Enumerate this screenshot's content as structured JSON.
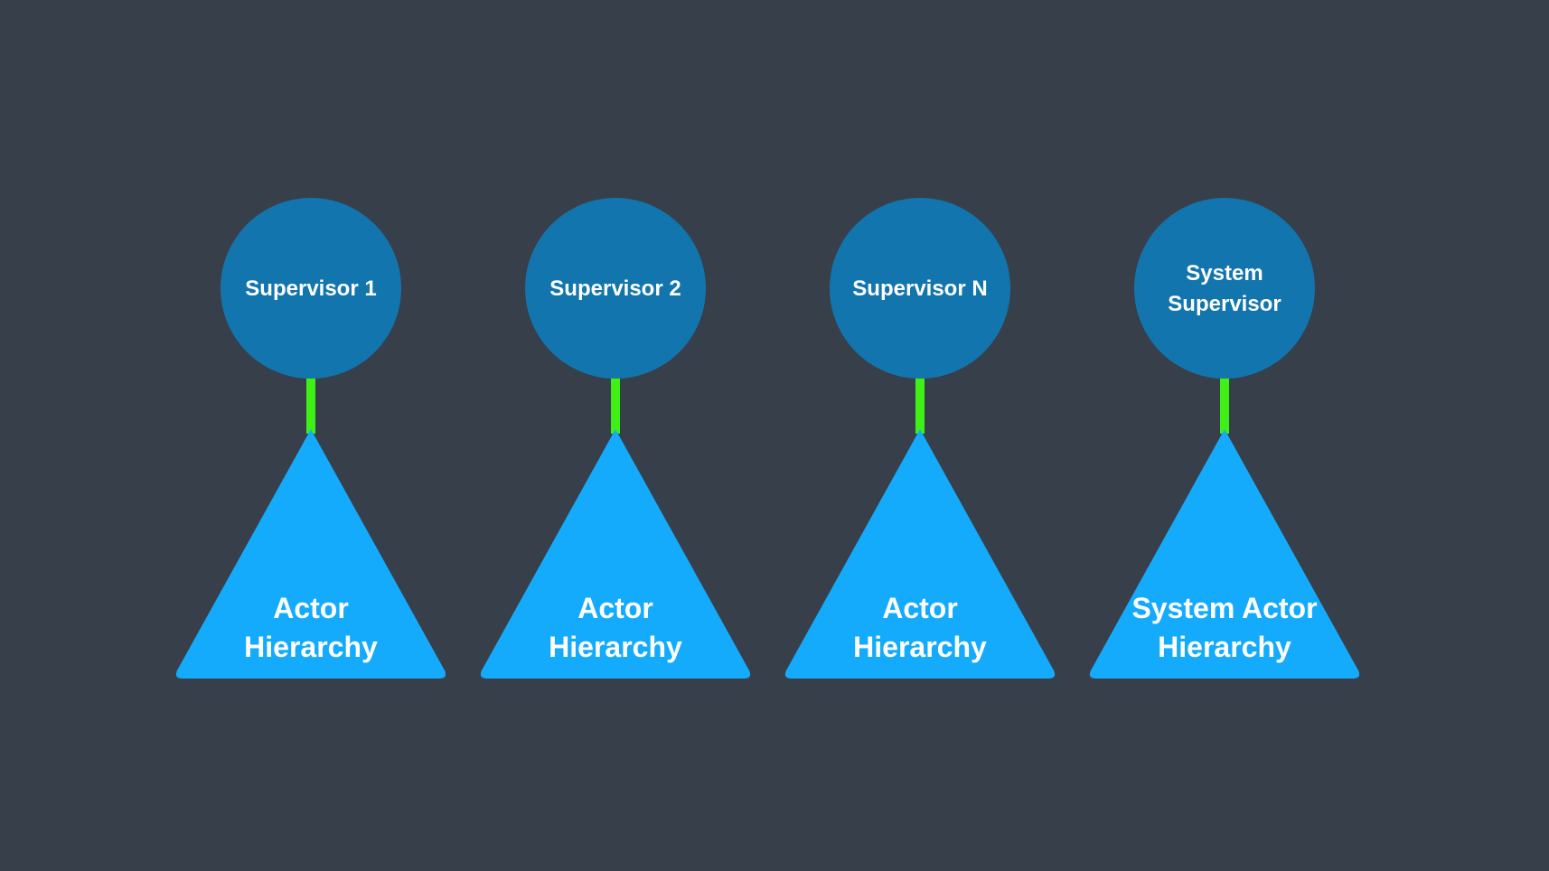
{
  "colors": {
    "background": "#373f4a",
    "supervisor_fill": "#1275ae",
    "hierarchy_fill": "#14abfc",
    "connector": "#3ef016",
    "text": "#ffffff"
  },
  "nodes": [
    {
      "supervisor": "Supervisor 1",
      "hierarchy": "Actor\nHierarchy"
    },
    {
      "supervisor": "Supervisor 2",
      "hierarchy": "Actor\nHierarchy"
    },
    {
      "supervisor": "Supervisor N",
      "hierarchy": "Actor\nHierarchy"
    },
    {
      "supervisor": "System\nSupervisor",
      "hierarchy": "System Actor\nHierarchy"
    }
  ]
}
